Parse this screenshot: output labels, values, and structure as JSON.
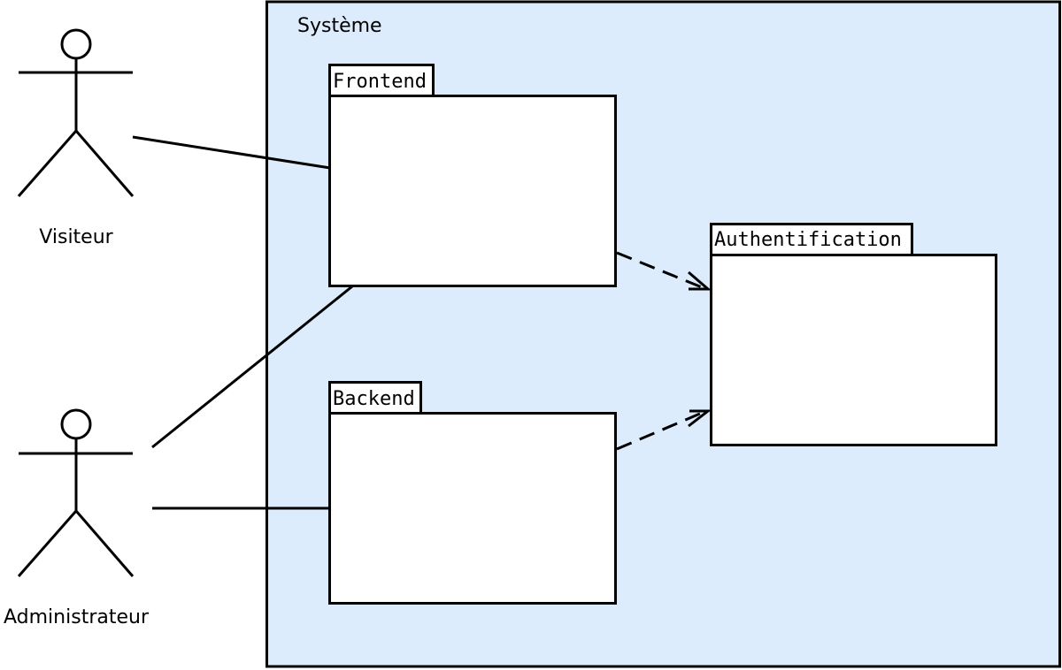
{
  "system": {
    "label": "Système",
    "fill": "#ddecfd",
    "stroke": "#000000"
  },
  "actors": [
    {
      "id": "visiteur",
      "label": "Visiteur"
    },
    {
      "id": "administrateur",
      "label": "Administrateur"
    }
  ],
  "packages": [
    {
      "id": "frontend",
      "label": "Frontend"
    },
    {
      "id": "backend",
      "label": "Backend"
    },
    {
      "id": "authentification",
      "label": "Authentification"
    }
  ],
  "associations": [
    {
      "from": "visiteur",
      "to": "frontend"
    },
    {
      "from": "administrateur",
      "to": "frontend"
    },
    {
      "from": "administrateur",
      "to": "backend"
    }
  ],
  "dependencies": [
    {
      "from": "frontend",
      "to": "authentification",
      "style": "dashed"
    },
    {
      "from": "backend",
      "to": "authentification",
      "style": "dashed"
    }
  ]
}
